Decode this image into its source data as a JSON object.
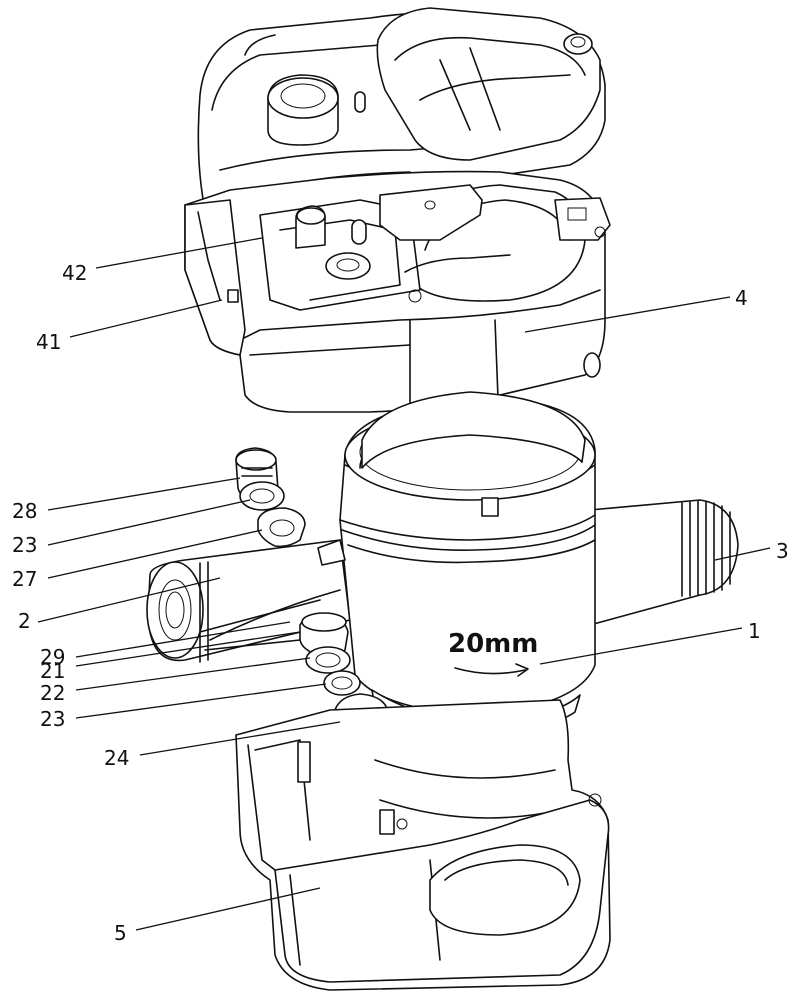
{
  "embossed_text": "20mm",
  "labels": {
    "l42": "42",
    "l41": "41",
    "l4": "4",
    "l28": "28",
    "l23a": "23",
    "l27": "27",
    "l3": "3",
    "l2": "2",
    "l1": "1",
    "l29": "29",
    "l21": "21",
    "l22": "22",
    "l23b": "23",
    "l24": "24",
    "l5": "5"
  }
}
